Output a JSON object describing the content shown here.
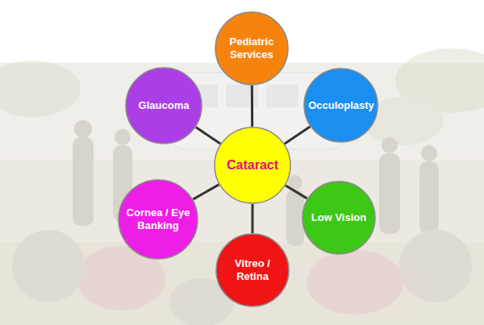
{
  "diagram": {
    "nodes": [
      {
        "text": [
          "Cataract"
        ]
      },
      {
        "text": [
          "Pediatric Services"
        ]
      },
      {
        "text": [
          "Occuloplasty"
        ]
      },
      {
        "text": [
          "Low Vision"
        ]
      },
      {
        "text": [
          "Vitreo / Retina"
        ]
      },
      {
        "text": [
          "Cornea / Eye Banking"
        ]
      },
      {
        "text": [
          "Glaucoma"
        ]
      }
    ],
    "edges": [
      {
        "from": 0,
        "to": 1,
        "arrow": "none"
      },
      {
        "from": 0,
        "to": 2,
        "arrow": "none"
      },
      {
        "from": 0,
        "to": 3,
        "arrow": "none"
      },
      {
        "from": 0,
        "to": 4,
        "arrow": "none"
      },
      {
        "from": 0,
        "to": 5,
        "arrow": "none"
      },
      {
        "from": 0,
        "to": 6,
        "arrow": "none"
      }
    ]
  }
}
